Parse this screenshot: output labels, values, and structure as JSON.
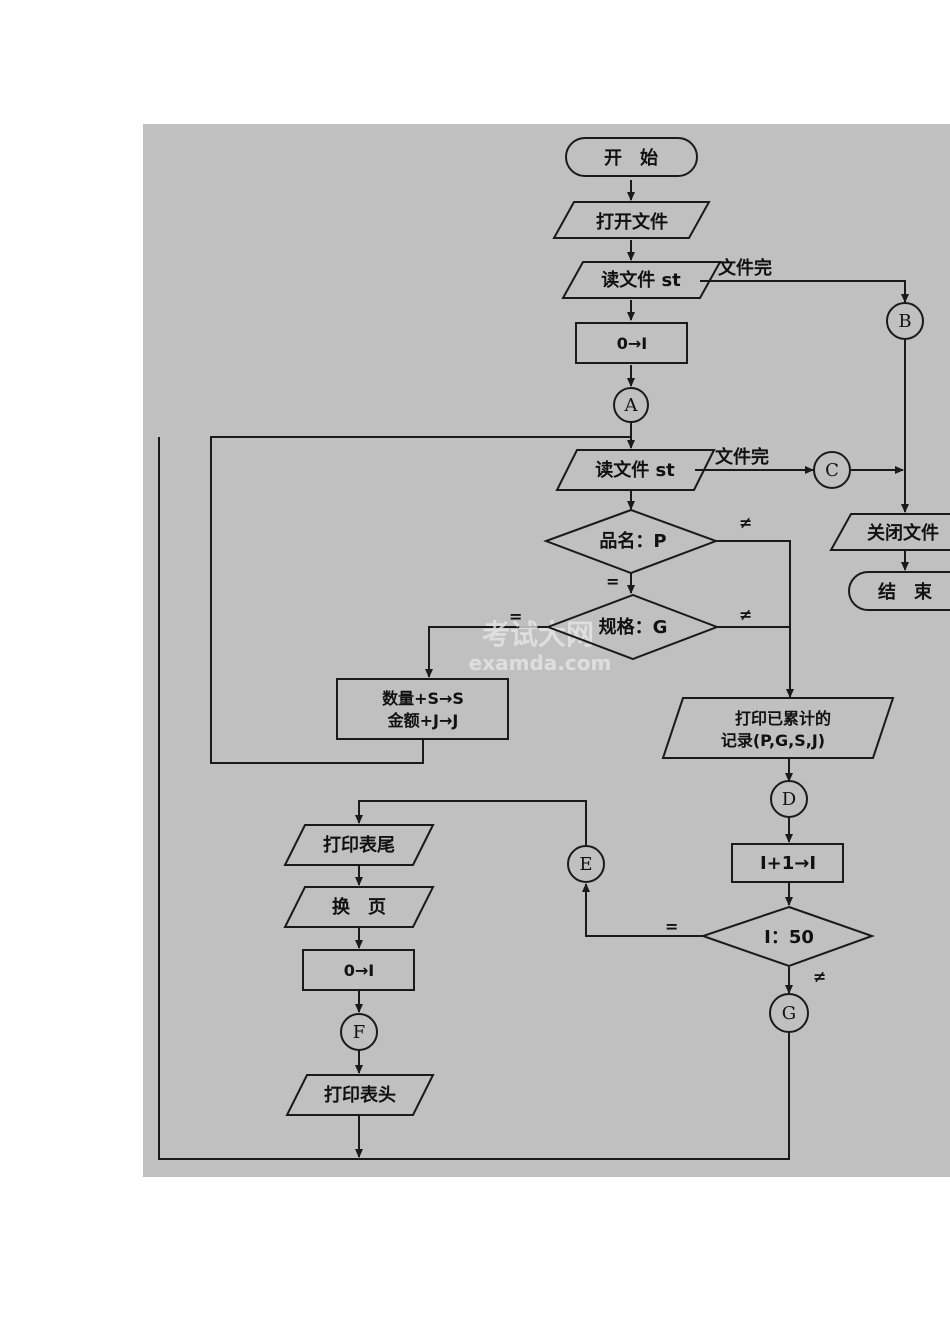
{
  "flowchart": {
    "start": "开　始",
    "open_file": "打开文件",
    "read_file_1": "读文件 st",
    "file_end_1": "文件完",
    "init_counter_1": "0→I",
    "connector_a": "A",
    "connector_b": "B",
    "read_file_2": "读文件 st",
    "file_end_2": "文件完",
    "connector_c": "C",
    "close_file": "关闭文件",
    "end": "结　束",
    "decision_name": "品名：P",
    "decision_name_ne": "≠",
    "decision_name_eq": "=",
    "decision_spec": "规格：G",
    "decision_spec_ne": "≠",
    "decision_spec_eq": "=",
    "accumulate_line1": "数量+S→S",
    "accumulate_line2": "金额+J→J",
    "print_record_line1": "打印已累计的",
    "print_record_line2": "记录(P,G,S,J)",
    "connector_d": "D",
    "increment": "I+1→I",
    "decision_count": "I：50",
    "decision_count_eq": "=",
    "decision_count_ne": "≠",
    "connector_e": "E",
    "connector_g": "G",
    "print_footer": "打印表尾",
    "page_break": "换　页",
    "init_counter_2": "0→I",
    "connector_f": "F",
    "print_header": "打印表头"
  },
  "watermark": {
    "text_cn": "考试大网",
    "text_en": "examda.com"
  }
}
